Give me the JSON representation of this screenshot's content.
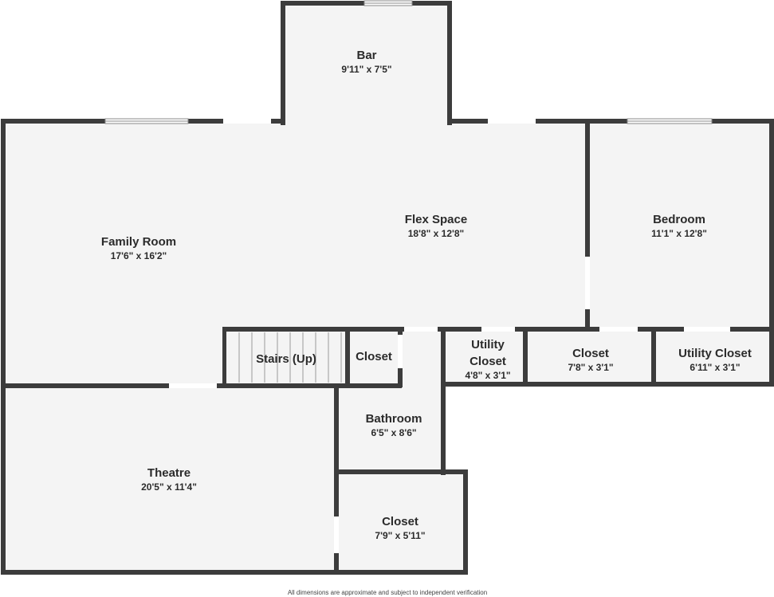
{
  "rooms": {
    "bar": {
      "name": "Bar",
      "dims": "9'11\" x 7'5\""
    },
    "family_room": {
      "name": "Family Room",
      "dims": "17'6\" x 16'2\""
    },
    "flex_space": {
      "name": "Flex Space",
      "dims": "18'8\" x 12'8\""
    },
    "bedroom": {
      "name": "Bedroom",
      "dims": "11'1\" x 12'8\""
    },
    "stairs": {
      "name": "Stairs (Up)"
    },
    "closet_small": {
      "name": "Closet"
    },
    "utility_closet_1": {
      "name_line1": "Utility",
      "name_line2": "Closet",
      "dims": "4'8\" x 3'1\""
    },
    "closet_mid": {
      "name": "Closet",
      "dims": "7'8\" x 3'1\""
    },
    "utility_closet_2": {
      "name": "Utility Closet",
      "dims": "6'11\" x 3'1\""
    },
    "bathroom": {
      "name": "Bathroom",
      "dims": "6'5\" x 8'6\""
    },
    "theatre": {
      "name": "Theatre",
      "dims": "20'5\" x 11'4\""
    },
    "closet_bottom": {
      "name": "Closet",
      "dims": "7'9\" x 5'11\""
    }
  },
  "footnote": "All dimensions are approximate and subject to independent verification",
  "colors": {
    "wall": "#3c3c3c",
    "floor": "#f4f4f4",
    "background": "#ffffff"
  }
}
